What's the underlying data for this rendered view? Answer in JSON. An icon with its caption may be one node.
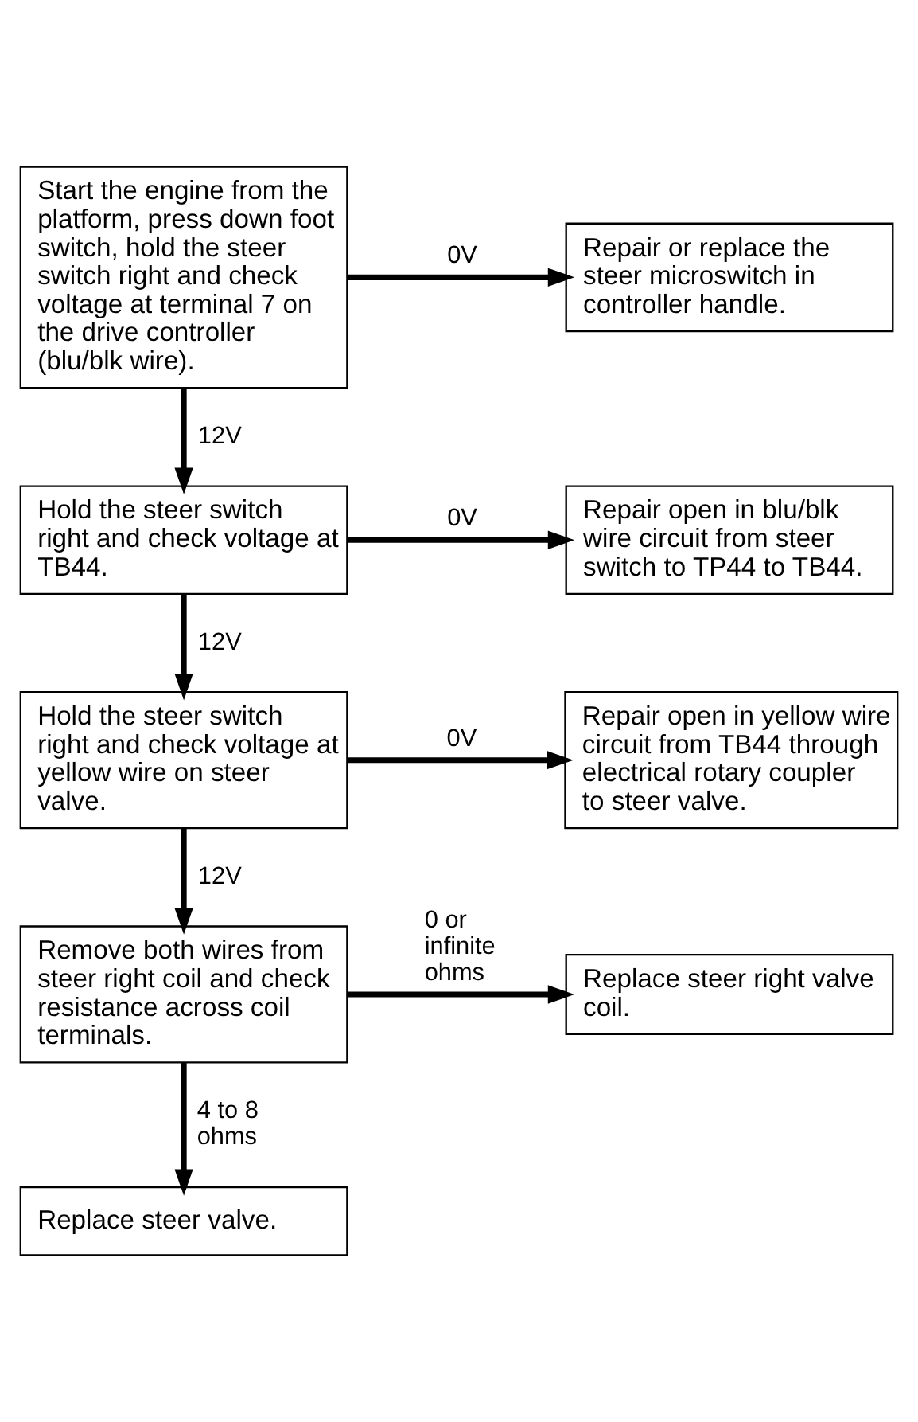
{
  "diagram": {
    "nodes": [
      {
        "text": [
          "Start the engine from the platform, press down foot switch, hold the steer switch right and check voltage at terminal 7 on the drive controller (blu/blk wire)."
        ]
      },
      {
        "text": [
          "Repair or replace the steer microswitch in controller handle."
        ]
      },
      {
        "text": [
          "Hold the steer switch right and check voltage at TB44."
        ]
      },
      {
        "text": [
          "Repair open in blu/blk wire circuit from steer switch to TP44 to TB44."
        ]
      },
      {
        "text": [
          "Hold the steer switch right and check voltage at yellow wire on steer valve."
        ]
      },
      {
        "text": [
          "Repair open in yellow wire circuit from TB44 through electrical rotary coupler to steer valve."
        ]
      },
      {
        "text": [
          "Remove both wires from steer right coil and check resistance across coil terminals."
        ]
      },
      {
        "text": [
          "Replace steer right valve coil."
        ]
      },
      {
        "text": [
          "Replace steer valve."
        ]
      }
    ],
    "edges": [
      {
        "from": 0,
        "to": 1,
        "arrow": "to",
        "label": "0V"
      },
      {
        "from": 0,
        "to": 2,
        "arrow": "to",
        "label": "12V"
      },
      {
        "from": 2,
        "to": 3,
        "arrow": "to",
        "label": "0V"
      },
      {
        "from": 2,
        "to": 4,
        "arrow": "to",
        "label": "12V"
      },
      {
        "from": 4,
        "to": 5,
        "arrow": "to",
        "label": "0V"
      },
      {
        "from": 4,
        "to": 6,
        "arrow": "to",
        "label": "12V"
      },
      {
        "from": 6,
        "to": 7,
        "arrow": "to",
        "label": "0 or infinite ohms"
      },
      {
        "from": 6,
        "to": 8,
        "arrow": "to",
        "label": "4 to 8 ohms"
      }
    ]
  }
}
